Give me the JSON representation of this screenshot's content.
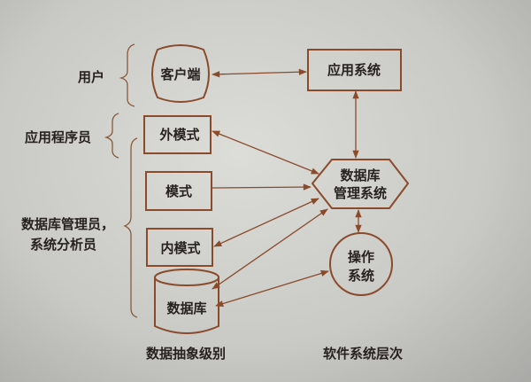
{
  "roles": {
    "user": "用户",
    "app_programmer": "应用程序员",
    "dba_line1": "数据库管理员，",
    "dba_line2": "系统分析员"
  },
  "levels": {
    "client": "客户端",
    "external_schema": "外模式",
    "schema": "模式",
    "internal_schema": "内模式",
    "database": "数据库"
  },
  "systems": {
    "application_system": "应用系统",
    "dbms_line1": "数据库",
    "dbms_line2": "管理系统",
    "os_line1": "操作",
    "os_line2": "系统"
  },
  "footer": {
    "left_caption": "数据抽象级别",
    "right_caption": "软件系统层次"
  },
  "colors": {
    "line": "#8a4b2b",
    "text": "#262220"
  }
}
